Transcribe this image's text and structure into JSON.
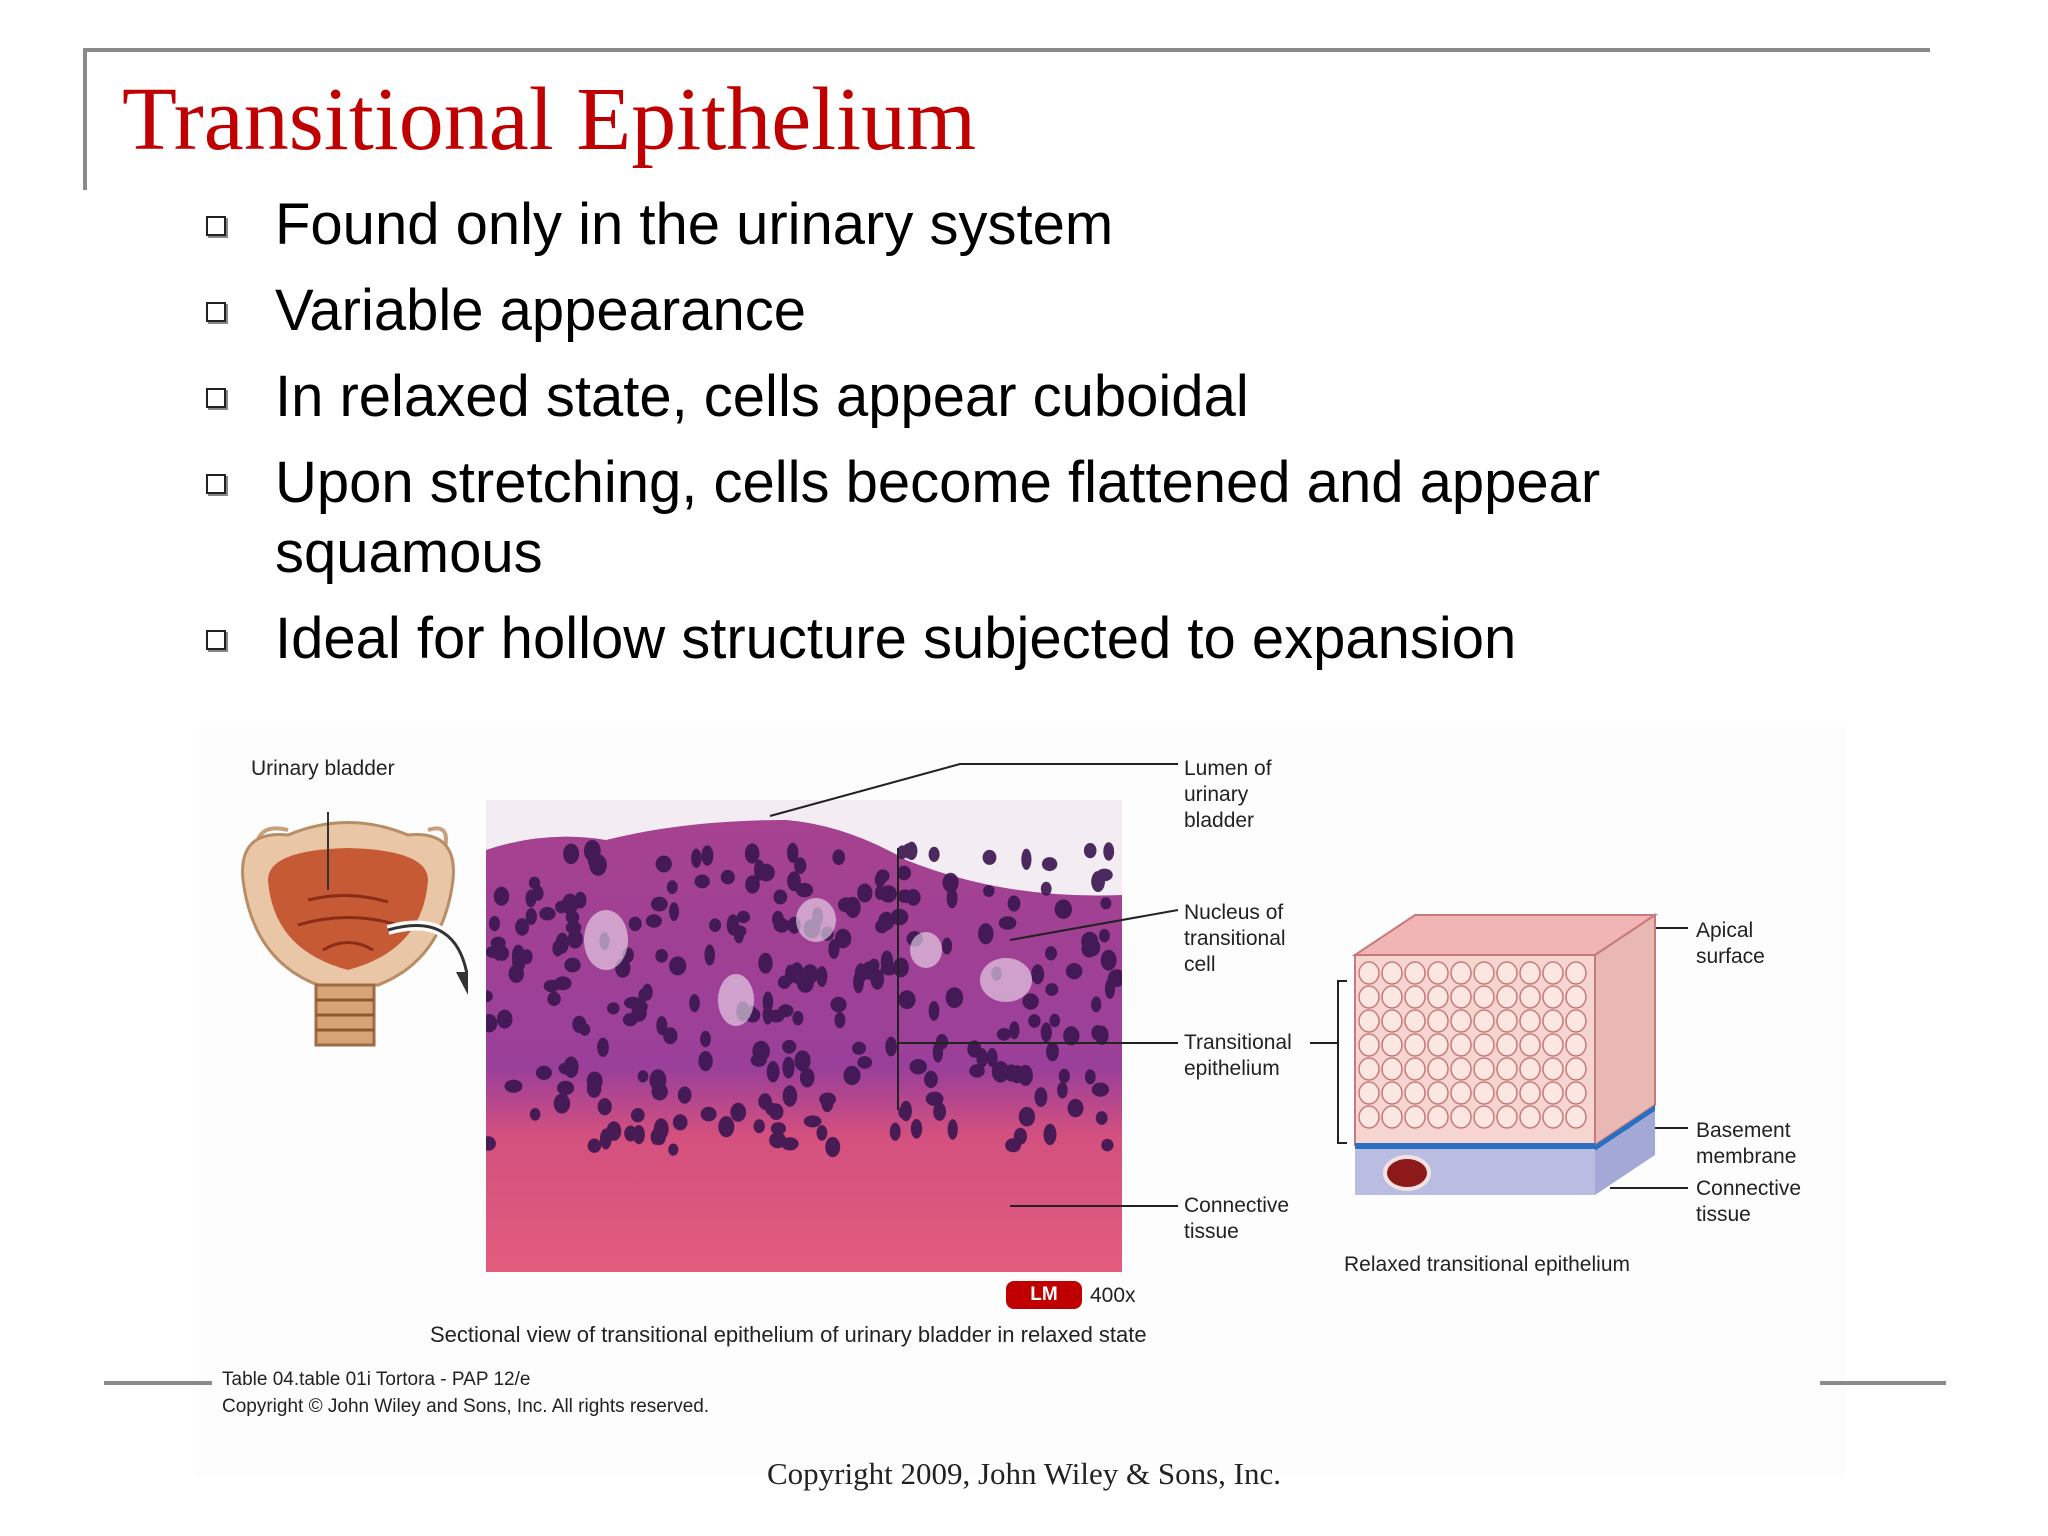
{
  "slide": {
    "title": "Transitional Epithelium",
    "bullets": [
      "Found only in the urinary system",
      "Variable appearance",
      "In relaxed state, cells appear cuboidal",
      "Upon stretching, cells become flattened and appear squamous",
      "Ideal for hollow structure subjected to expansion"
    ],
    "footer": "Copyright 2009, John Wiley & Sons, Inc."
  },
  "figure": {
    "labels": {
      "urinary_bladder": "Urinary bladder",
      "lumen": "Lumen of\nurinary\nbladder",
      "nucleus": "Nucleus of\ntransitional\ncell",
      "transitional_epithelium": "Transitional\nepithelium",
      "connective_tissue": "Connective\ntissue",
      "apical_surface": "Apical\nsurface",
      "basement_membrane": "Basement\nmembrane",
      "connective_tissue_right": "Connective\ntissue"
    },
    "lm_badge": "LM",
    "magnification": "400x",
    "caption_left": "Sectional view of transitional epithelium of urinary bladder in relaxed state",
    "caption_right": "Relaxed transitional epithelium",
    "source_line1": "Table 04.table 01i  Tortora - PAP 12/e",
    "source_line2": "Copyright © John Wiley and Sons, Inc. All rights reserved."
  }
}
